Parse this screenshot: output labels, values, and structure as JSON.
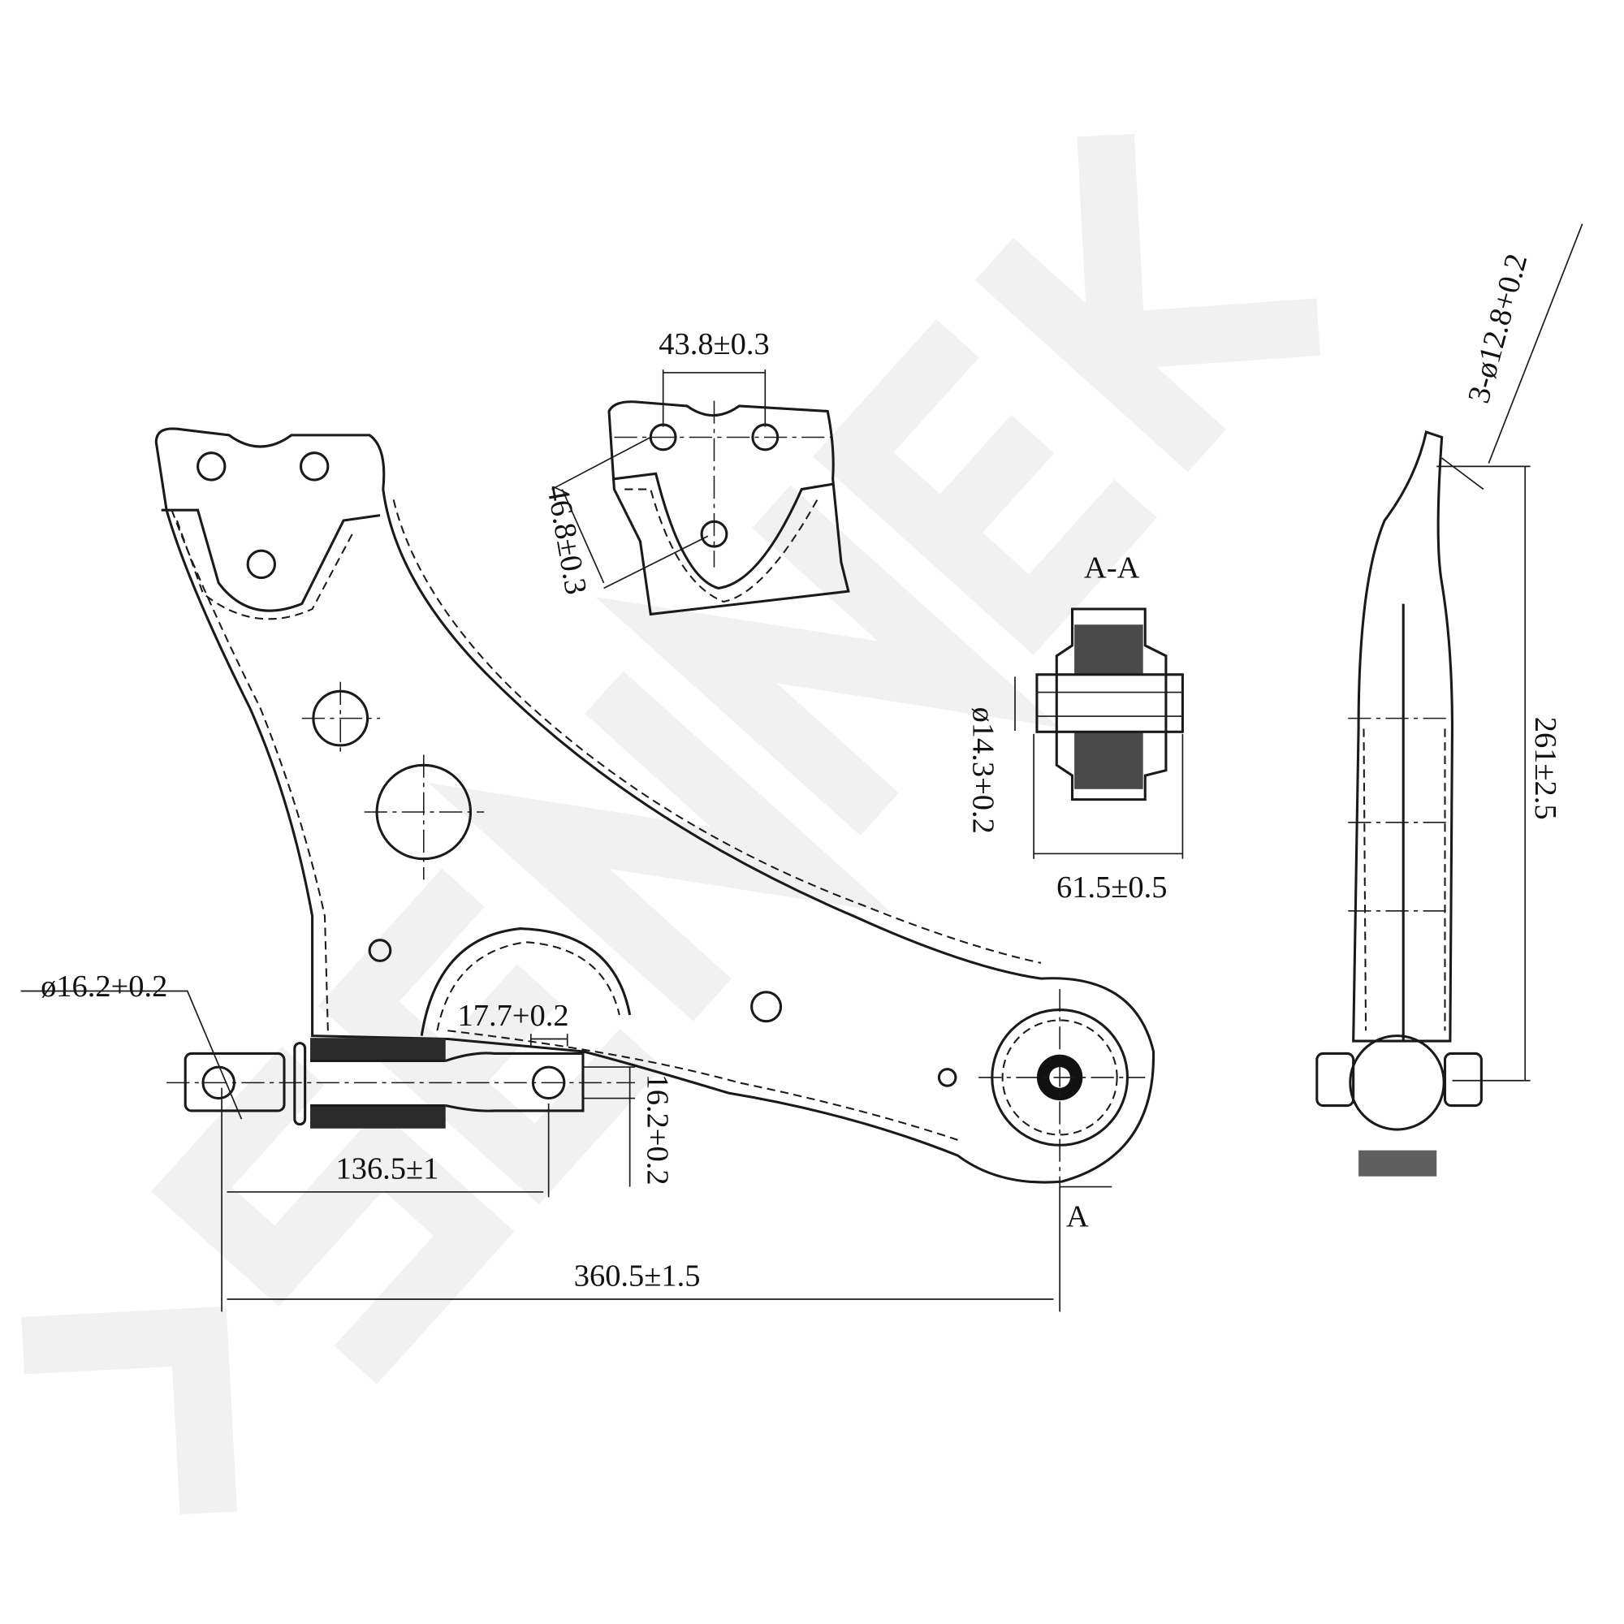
{
  "watermark": "SENNEK",
  "dimensions": {
    "bracket_hole_spacing": "43.8±0.3",
    "bracket_height": "46.8±0.3",
    "section_label": "A-A",
    "bushing_inner_diameter": "ø14.3+0.2",
    "bushing_length": "61.5±0.5",
    "hole_diameter_callout": "3-ø12.8+0.2",
    "overall_height": "261±2.5",
    "front_eye_diameter": "ø16.2+0.2",
    "rear_eye_width": "17.7+0.2",
    "rear_eye_diameter": "16.2+0.2",
    "eye_center_distance": "136.5±1",
    "section_marker": "A",
    "overall_length": "360.5±1.5"
  },
  "colors": {
    "line": "#1a1a1a",
    "watermark": "#f1f1f1"
  }
}
